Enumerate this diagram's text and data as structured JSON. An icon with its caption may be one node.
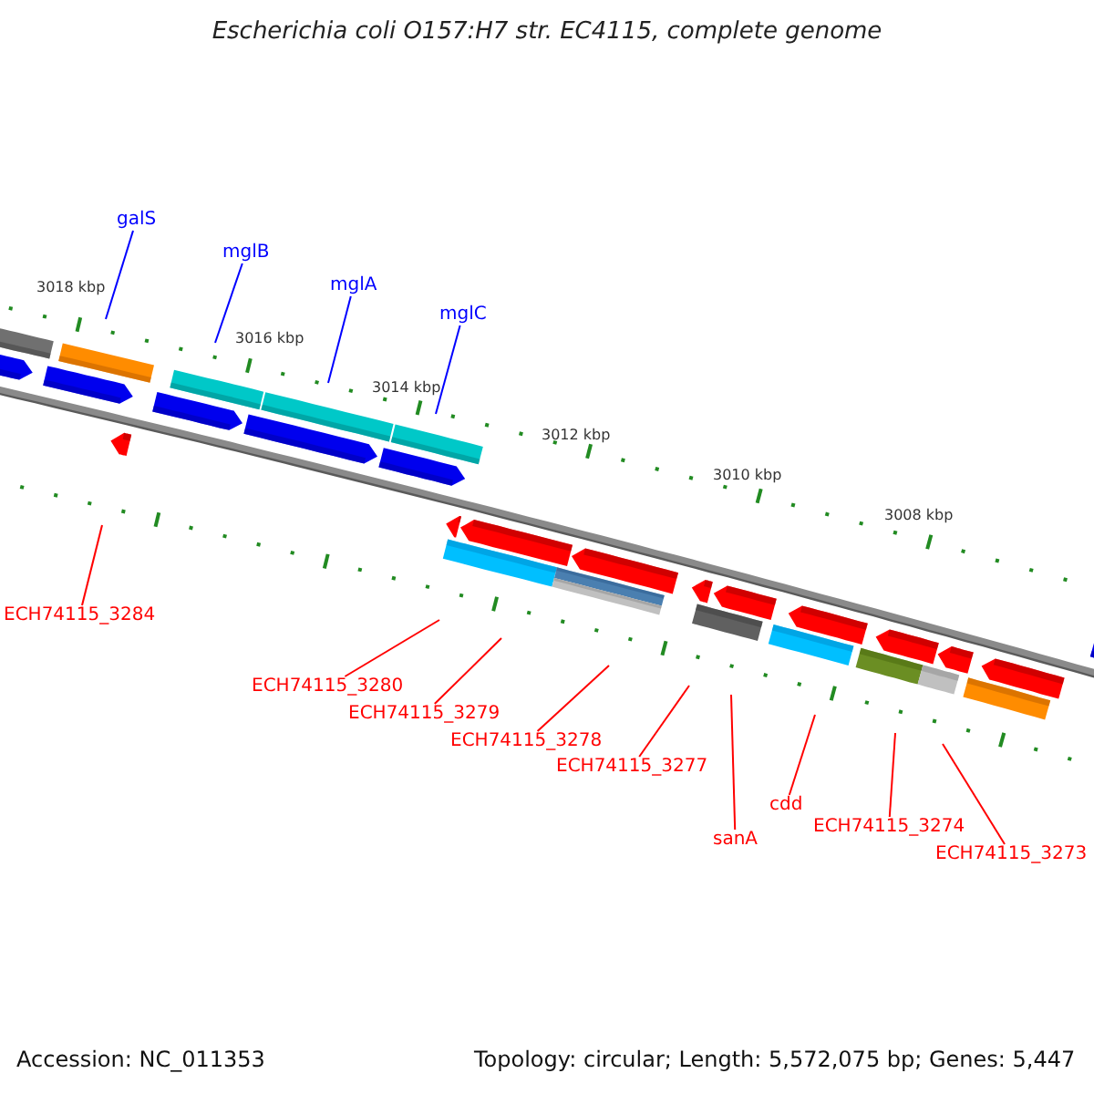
{
  "diagram": {
    "title": "Escherichia coli O157:H7 str. EC4115, complete genome",
    "nodes": [
      {
        "text": [
          "galS"
        ]
      },
      {
        "text": [
          "mglB"
        ]
      },
      {
        "text": [
          "mglA"
        ]
      },
      {
        "text": [
          "mglC"
        ]
      },
      {
        "text": [
          "ECH74115_3284"
        ]
      },
      {
        "text": [
          "ECH74115_3280"
        ]
      },
      {
        "text": [
          "ECH74115_3279"
        ]
      },
      {
        "text": [
          "ECH74115_3278"
        ]
      },
      {
        "text": [
          "ECH74115_3277"
        ]
      },
      {
        "text": [
          "sanA"
        ]
      },
      {
        "text": [
          "cdd"
        ]
      },
      {
        "text": [
          "ECH74115_3274"
        ]
      },
      {
        "text": [
          "ECH74115_3273"
        ]
      }
    ],
    "edges": [
      {
        "from": 0,
        "to": null,
        "arrow": "none",
        "color": "#0000ff"
      },
      {
        "from": 1,
        "to": null,
        "arrow": "none",
        "color": "#0000ff"
      },
      {
        "from": 2,
        "to": null,
        "arrow": "none",
        "color": "#0000ff"
      },
      {
        "from": 3,
        "to": null,
        "arrow": "none",
        "color": "#0000ff"
      },
      {
        "from": 4,
        "to": null,
        "arrow": "none"
      },
      {
        "from": 5,
        "to": null,
        "arrow": "none"
      },
      {
        "from": 6,
        "to": null,
        "arrow": "none"
      },
      {
        "from": 7,
        "to": null,
        "arrow": "none"
      },
      {
        "from": 8,
        "to": null,
        "arrow": "none"
      },
      {
        "from": 9,
        "to": null,
        "arrow": "none"
      },
      {
        "from": 10,
        "to": null,
        "arrow": "none"
      },
      {
        "from": 11,
        "to": null,
        "arrow": "none"
      },
      {
        "from": 12,
        "to": null,
        "arrow": "none"
      }
    ],
    "labels": [
      "3018 kbp",
      "3016 kbp",
      "3014 kbp",
      "3012 kbp",
      "3010 kbp",
      "3008 kbp",
      "Accession: NC_011353",
      "Topology: circular; Length: 5,572,075 bp; Genes: 5,447"
    ]
  }
}
